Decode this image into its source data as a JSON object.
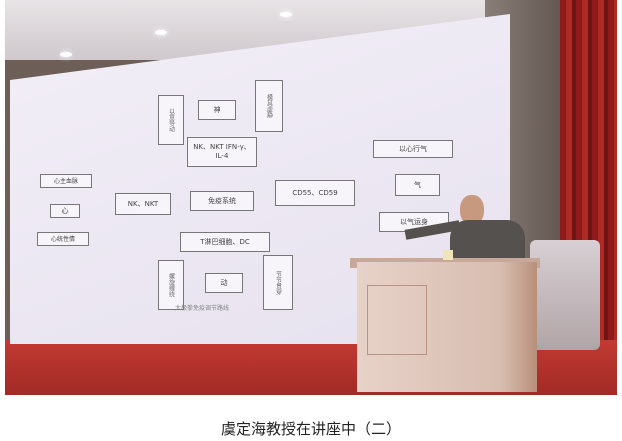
{
  "photo": {
    "slide": {
      "top_box": "神",
      "top_left_side": "以意导动",
      "top_right_side": "模其虚静",
      "upper_center": "NK、NKT IFN-γ、IL-4",
      "center": "免疫系统",
      "left_center": "NK、NKT",
      "right_center": "CD55、CD59",
      "bottom_center": "T淋巴细胞、DC",
      "bottom_box": "动",
      "bottom_left_side": "螺旋缠绕",
      "bottom_right_side": "节节贯穿",
      "left_top": "心主血脉",
      "left_mid": "心",
      "left_bottom": "心统性情",
      "right_top": "以心行气",
      "right_mid": "气",
      "right_bottom": "以气运身",
      "caption": "太极拳免疫调节路线"
    }
  },
  "caption": "虞定海教授在讲座中（二）"
}
